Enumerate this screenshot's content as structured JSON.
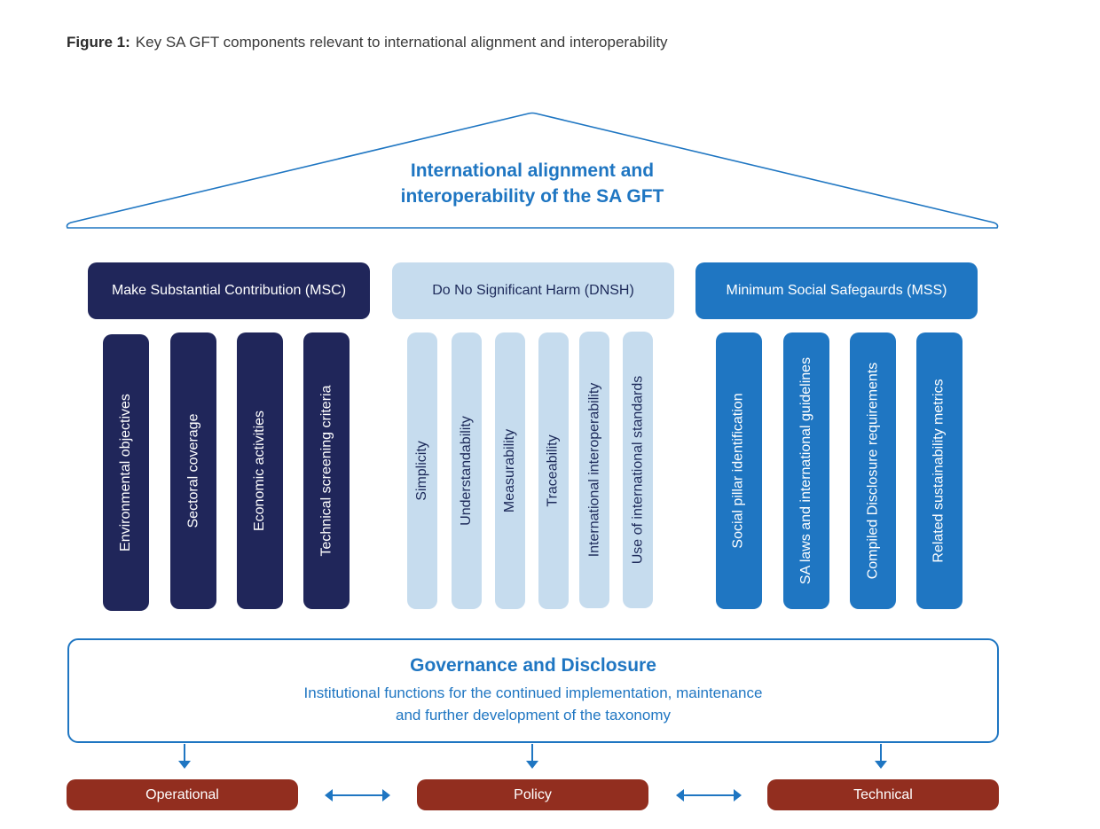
{
  "caption": {
    "label": "Figure 1:",
    "text": "Key SA GFT components relevant to international alignment and interoperability"
  },
  "roof": {
    "title_line1": "International alignment and",
    "title_line2": "interoperability of the SA GFT"
  },
  "pillars": [
    {
      "heading": "Make Substantial Contribution (MSC)",
      "items": [
        "Environmental objectives",
        "Sectoral coverage",
        "Economic activities",
        "Technical screening criteria"
      ]
    },
    {
      "heading": "Do No Significant Harm (DNSH)",
      "items": [
        "Simplicity",
        "Understandability",
        "Measurability",
        "Traceability",
        "International interoperability",
        "Use of international standards"
      ]
    },
    {
      "heading": "Minimum Social Safegaurds (MSS)",
      "items": [
        "Social pillar identification",
        "SA laws and international guidelines",
        "Compiled Disclosure requirements",
        "Related sustainability metrics"
      ]
    }
  ],
  "governance": {
    "title": "Governance and Disclosure",
    "desc_line1": "Institutional functions for the continued implementation, maintenance",
    "desc_line2": "and further development of the taxonomy"
  },
  "functions": [
    "Operational",
    "Policy",
    "Technical"
  ],
  "colors": {
    "accent_blue": "#1f76c2",
    "navy": "#20265a",
    "light_blue": "#c6dcee",
    "mid_blue": "#1f76c2",
    "rust": "#922e1f"
  }
}
